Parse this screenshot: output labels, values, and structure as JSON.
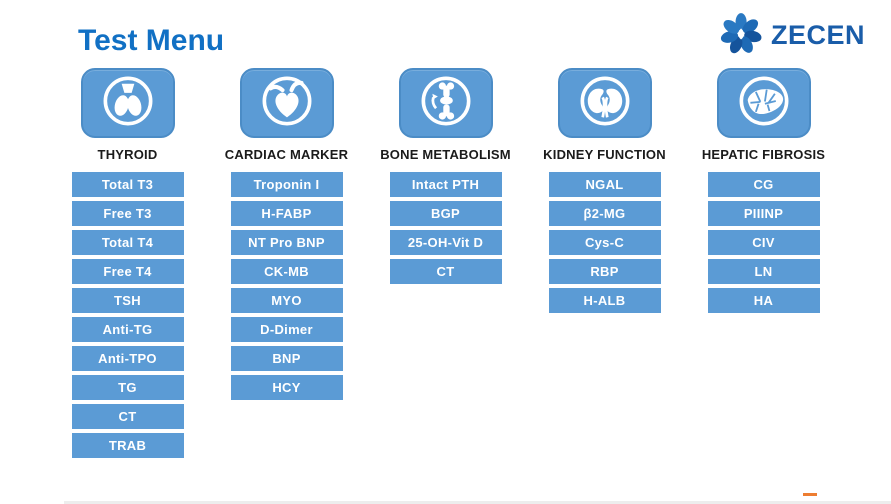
{
  "page": {
    "title": "Test Menu"
  },
  "logo": {
    "text": "ZECEN"
  },
  "colors": {
    "button_blue": "#5b9bd5",
    "tile_border_blue": "#4b8cc6",
    "title_blue": "#1170c4",
    "logo_blue": "#1a5da9",
    "header_text": "#1b1b1b",
    "accent_orange": "#ed7d31",
    "footer_gray": "#ededed"
  },
  "columns": [
    {
      "id": "thyroid",
      "icon": "thyroid-icon",
      "header": "THYROID",
      "items": [
        "Total T3",
        "Free T3",
        "Total T4",
        "Free T4",
        "TSH",
        "Anti-TG",
        "Anti-TPO",
        "TG",
        "CT",
        "TRAB"
      ]
    },
    {
      "id": "cardiac-marker",
      "icon": "heart-icon",
      "header": "CARDIAC MARKER",
      "items": [
        "Troponin I",
        "H-FABP",
        "NT Pro BNP",
        "CK-MB",
        "MYO",
        "D-Dimer",
        "BNP",
        "HCY"
      ]
    },
    {
      "id": "bone-metabolism",
      "icon": "bone-joint-icon",
      "header": "BONE METABOLISM",
      "items": [
        "Intact PTH",
        "BGP",
        "25-OH-Vit D",
        "CT"
      ]
    },
    {
      "id": "kidney-function",
      "icon": "kidney-icon",
      "header": "KIDNEY FUNCTION",
      "items": [
        "NGAL",
        "β2-MG",
        "Cys-C",
        "RBP",
        "H-ALB"
      ]
    },
    {
      "id": "hepatic-fibrosis",
      "icon": "liver-icon",
      "header": "HEPATIC FIBROSIS",
      "items": [
        "CG",
        "PIIINP",
        "CIV",
        "LN",
        "HA"
      ]
    }
  ]
}
